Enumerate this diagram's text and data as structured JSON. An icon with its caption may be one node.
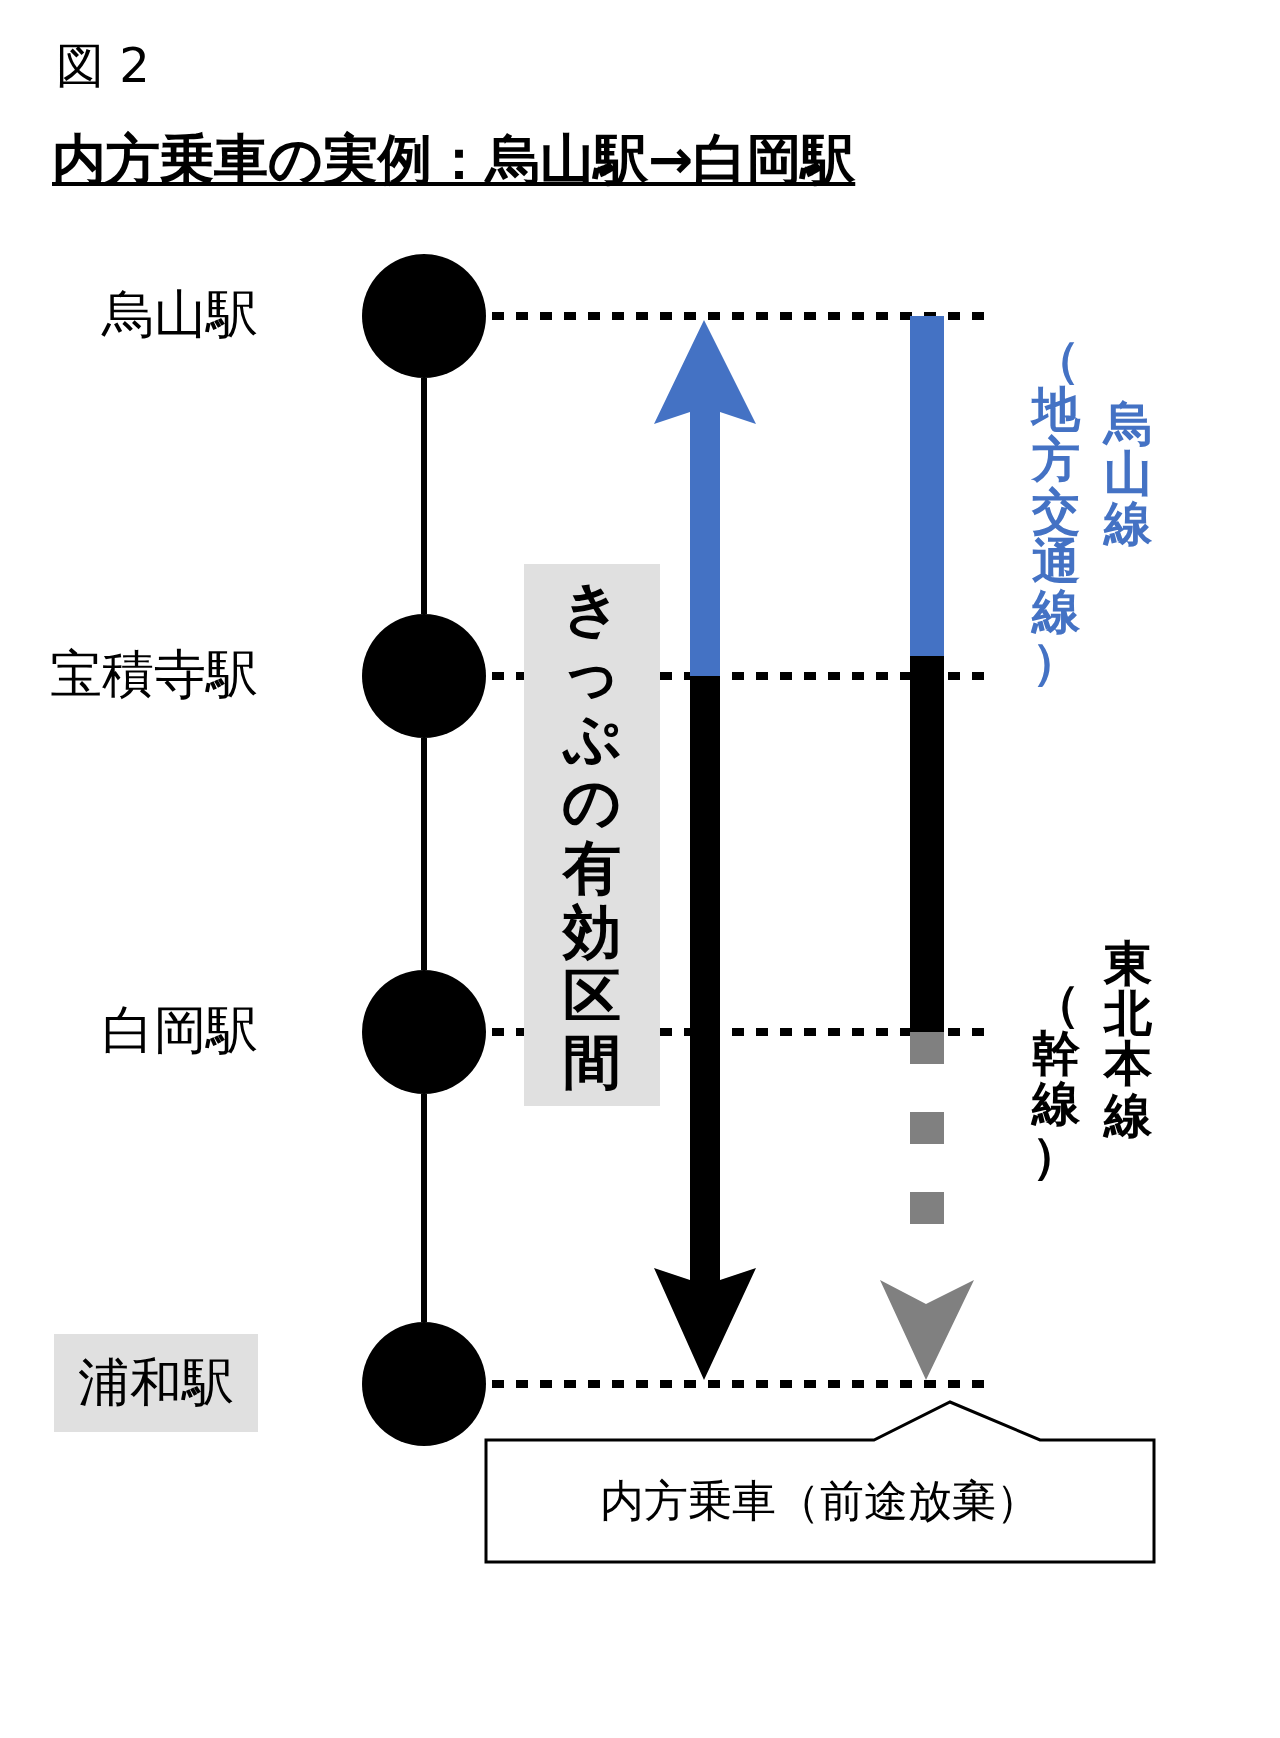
{
  "diagram": {
    "title": "内方乗車の実例：烏山駅→白岡駅",
    "nodes": [
      {
        "text": [],
        "shape": "circle",
        "beside": [
          "烏山駅"
        ]
      },
      {
        "text": [],
        "shape": "circle",
        "beside": [
          "宝積寺駅"
        ]
      },
      {
        "text": [],
        "shape": "circle",
        "beside": [
          "白岡駅"
        ]
      },
      {
        "text": [],
        "shape": "circle",
        "beside": [
          "浦和駅"
        ]
      },
      {
        "text": [
          "内方乗車（前途放棄）"
        ]
      }
    ],
    "edges": [
      {
        "from": 0,
        "to": 1,
        "arrow": "none"
      },
      {
        "from": 1,
        "to": 2,
        "arrow": "none"
      },
      {
        "from": 2,
        "to": 3,
        "arrow": "none"
      }
    ],
    "labels": [
      "図 2",
      "きっぷの有効区間",
      "烏山線",
      "（地方交通線）",
      "東北本線",
      "（幹線）"
    ]
  }
}
